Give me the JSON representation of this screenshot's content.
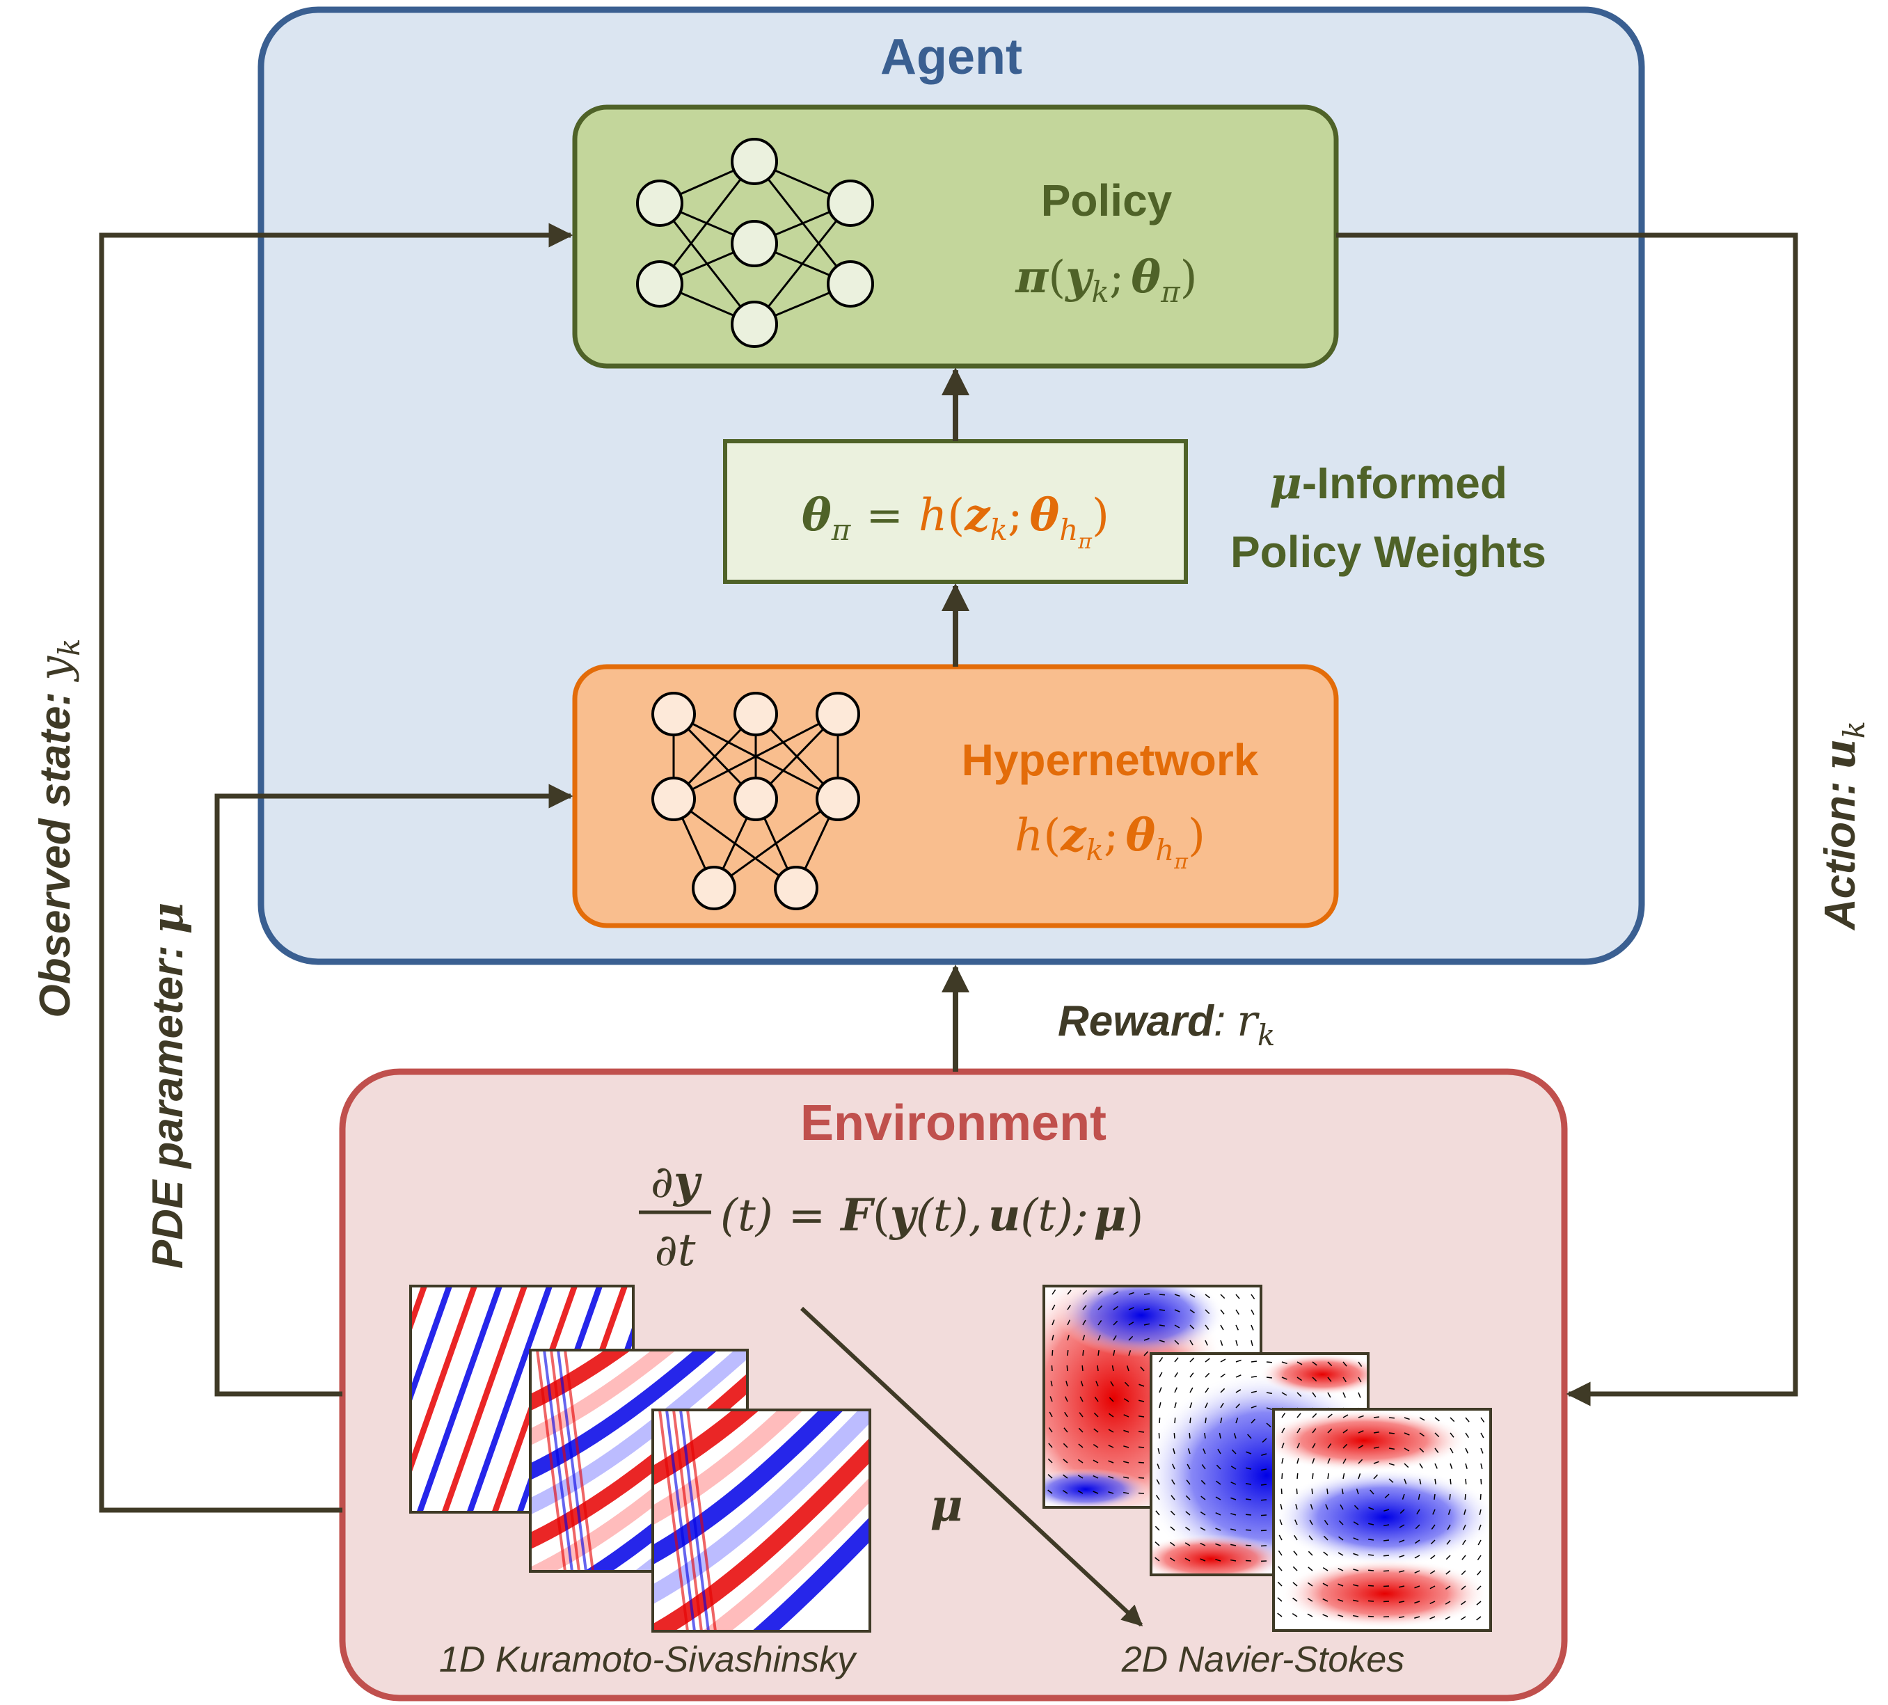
{
  "agent": {
    "title": "Agent",
    "policy": {
      "title": "Policy",
      "formula": {
        "pi": "π",
        "open": "(",
        "y": "y",
        "y_sub": "k",
        "sep": ";",
        "theta": "θ",
        "theta_sub": "π",
        "close": ")"
      }
    },
    "weights": {
      "formula": {
        "theta": "θ",
        "theta_sub": "π",
        "eq": "=",
        "h": "h",
        "open": "(",
        "z": "z",
        "z_sub": "k",
        "sep": ";",
        "theta2": "θ",
        "theta2_sub": "h",
        "theta2_subsub": "π",
        "close": ")"
      },
      "label_mu": "μ",
      "label_line1_rest": "-Informed",
      "label_line2": "Policy Weights"
    },
    "hypernetwork": {
      "title": "Hypernetwork",
      "formula": {
        "h": "h",
        "open": "(",
        "z": "z",
        "z_sub": "k",
        "sep": ";",
        "theta": "θ",
        "theta_sub": "h",
        "theta_subsub": "π",
        "close": ")"
      }
    }
  },
  "environment": {
    "title": "Environment",
    "equation": {
      "num_partial": "∂",
      "num_y": "y",
      "den": "∂t",
      "arg": "(t)",
      "eq": "=",
      "F": "F",
      "open": "(",
      "y": "y",
      "yt": "(t),",
      "u": "u",
      "ut": "(t);",
      "mu": "μ",
      "close": ")"
    },
    "mu_label": "μ",
    "ks_caption": "1D Kuramoto-Sivashinsky",
    "ns_caption": "2D Navier-Stokes"
  },
  "arrows": {
    "observed_state_label": "Observed state:",
    "observed_state_sym": "y",
    "observed_state_sub": "k",
    "pde_param_label": "PDE parameter:",
    "pde_param_sym": "μ",
    "action_label": "Action:",
    "action_sym": "u",
    "action_sub": "k",
    "reward_label": "Reward",
    "reward_colon": ":",
    "reward_sym": "r",
    "reward_sub": "k"
  },
  "colors": {
    "agent_border": "#3a5f91",
    "agent_fill": "#dbe5f1",
    "policy_border": "#4f6228",
    "policy_fill": "#c3d69b",
    "policy_text": "#4f6228",
    "weights_fill": "#ebf1de",
    "hyper_border": "#e36c09",
    "hyper_fill": "#f9be8e",
    "env_border": "#c0504d",
    "env_fill": "#f2dcdb",
    "arrow": "#3f3a26",
    "neg_field": "#0000e6",
    "pos_field": "#e60000"
  }
}
